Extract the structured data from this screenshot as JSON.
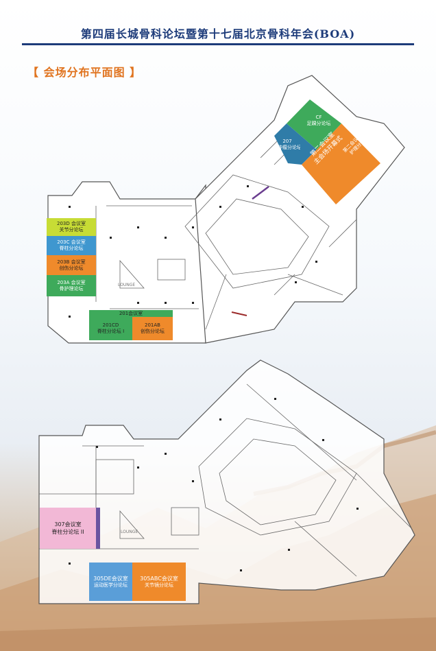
{
  "header": {
    "title": "第四届长城骨科论坛暨第十七届北京骨科年会(BOA)"
  },
  "section": {
    "title": "【 会场分布平面图 】"
  },
  "floor2": {
    "rooms": [
      {
        "key": "r203d",
        "line1": "203D 会议室",
        "line2": "关节分论坛",
        "color": "#c7dc35"
      },
      {
        "key": "r203c",
        "line1": "203C 会议室",
        "line2": "脊柱分论坛",
        "color": "#3f97cf"
      },
      {
        "key": "r203b",
        "line1": "203B 会议室",
        "line2": "创伤分论坛",
        "color": "#ef8a2b"
      },
      {
        "key": "r203a",
        "line1": "203A 会议室",
        "line2": "骨护理论坛",
        "color": "#3eaa5b"
      },
      {
        "key": "r201",
        "line1": "201会议室",
        "line2": "",
        "color": "#3eaa5b"
      },
      {
        "key": "r201cd",
        "line1": "201CD",
        "line2": "脊柱分论坛 I",
        "color": "#3eaa5b"
      },
      {
        "key": "r201ab",
        "line1": "201AB",
        "line2": "创伤分论坛",
        "color": "#ef8a2b"
      },
      {
        "key": "rcf",
        "line1": "CF",
        "line2": "足踝分论坛",
        "color": "#3eaa5b"
      },
      {
        "key": "r207",
        "line1": "207",
        "line2": "骨肿瘤分论坛",
        "color": "#2f7ca8"
      },
      {
        "key": "rmain",
        "line1": "第二会议室",
        "line2": "主会场开幕式",
        "color": "#ef8a2b"
      },
      {
        "key": "rmain2",
        "line1": "第二会议室AB",
        "line2": "护理分论坛",
        "color": "#ef8a2b"
      }
    ],
    "lounge": "LOUNGE"
  },
  "floor3": {
    "rooms": [
      {
        "key": "r307",
        "line1": "307会议室",
        "line2": "脊柱分论坛 II",
        "color": "#f2b8d6"
      },
      {
        "key": "r305de",
        "line1": "305DE会议室",
        "line2": "运动医学分论坛",
        "color": "#5a9ed8"
      },
      {
        "key": "r305abc",
        "line1": "305ABC会议室",
        "line2": "关节镜分论坛",
        "color": "#ef8a2b"
      }
    ],
    "lounge": "LOUNGE"
  }
}
